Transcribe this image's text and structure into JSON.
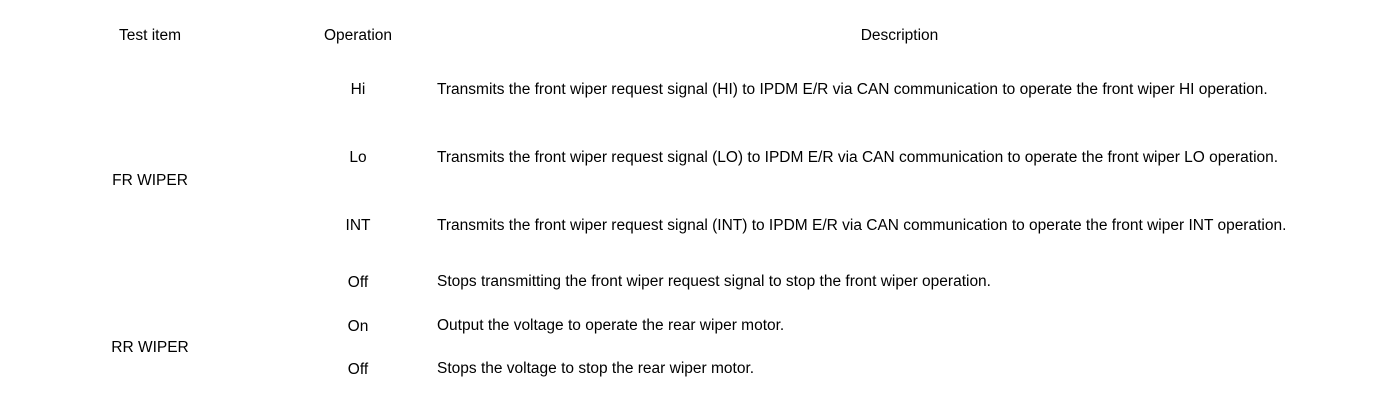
{
  "table": {
    "headers": [
      {
        "label": "Test item",
        "align": "center"
      },
      {
        "label": "Operation",
        "align": "center"
      },
      {
        "label": "Description",
        "align": "center"
      }
    ],
    "groups": [
      {
        "item": "FR WIPER",
        "rows": [
          {
            "operation": "Hi",
            "description": "Transmits the front wiper request signal (HI) to IPDM E/R via CAN communication to operate the front wiper HI operation."
          },
          {
            "operation": "Lo",
            "description": "Transmits the front wiper request signal (LO) to IPDM E/R via CAN communication to operate the front wiper LO operation."
          },
          {
            "operation": "INT",
            "description": "Transmits the front wiper request signal (INT) to IPDM E/R via CAN communication to operate the front wiper INT operation."
          },
          {
            "operation": "Off",
            "description": "Stops transmitting the front wiper request signal to stop the front wiper operation."
          }
        ]
      },
      {
        "item": "RR WIPER",
        "rows": [
          {
            "operation": "On",
            "description": "Output the voltage to operate the rear wiper motor."
          },
          {
            "operation": "Off",
            "description": "Stops the voltage to stop the rear wiper motor."
          }
        ]
      }
    ]
  },
  "colors": {
    "rule": "#000000",
    "text": "#000000",
    "background": "#ffffff"
  }
}
